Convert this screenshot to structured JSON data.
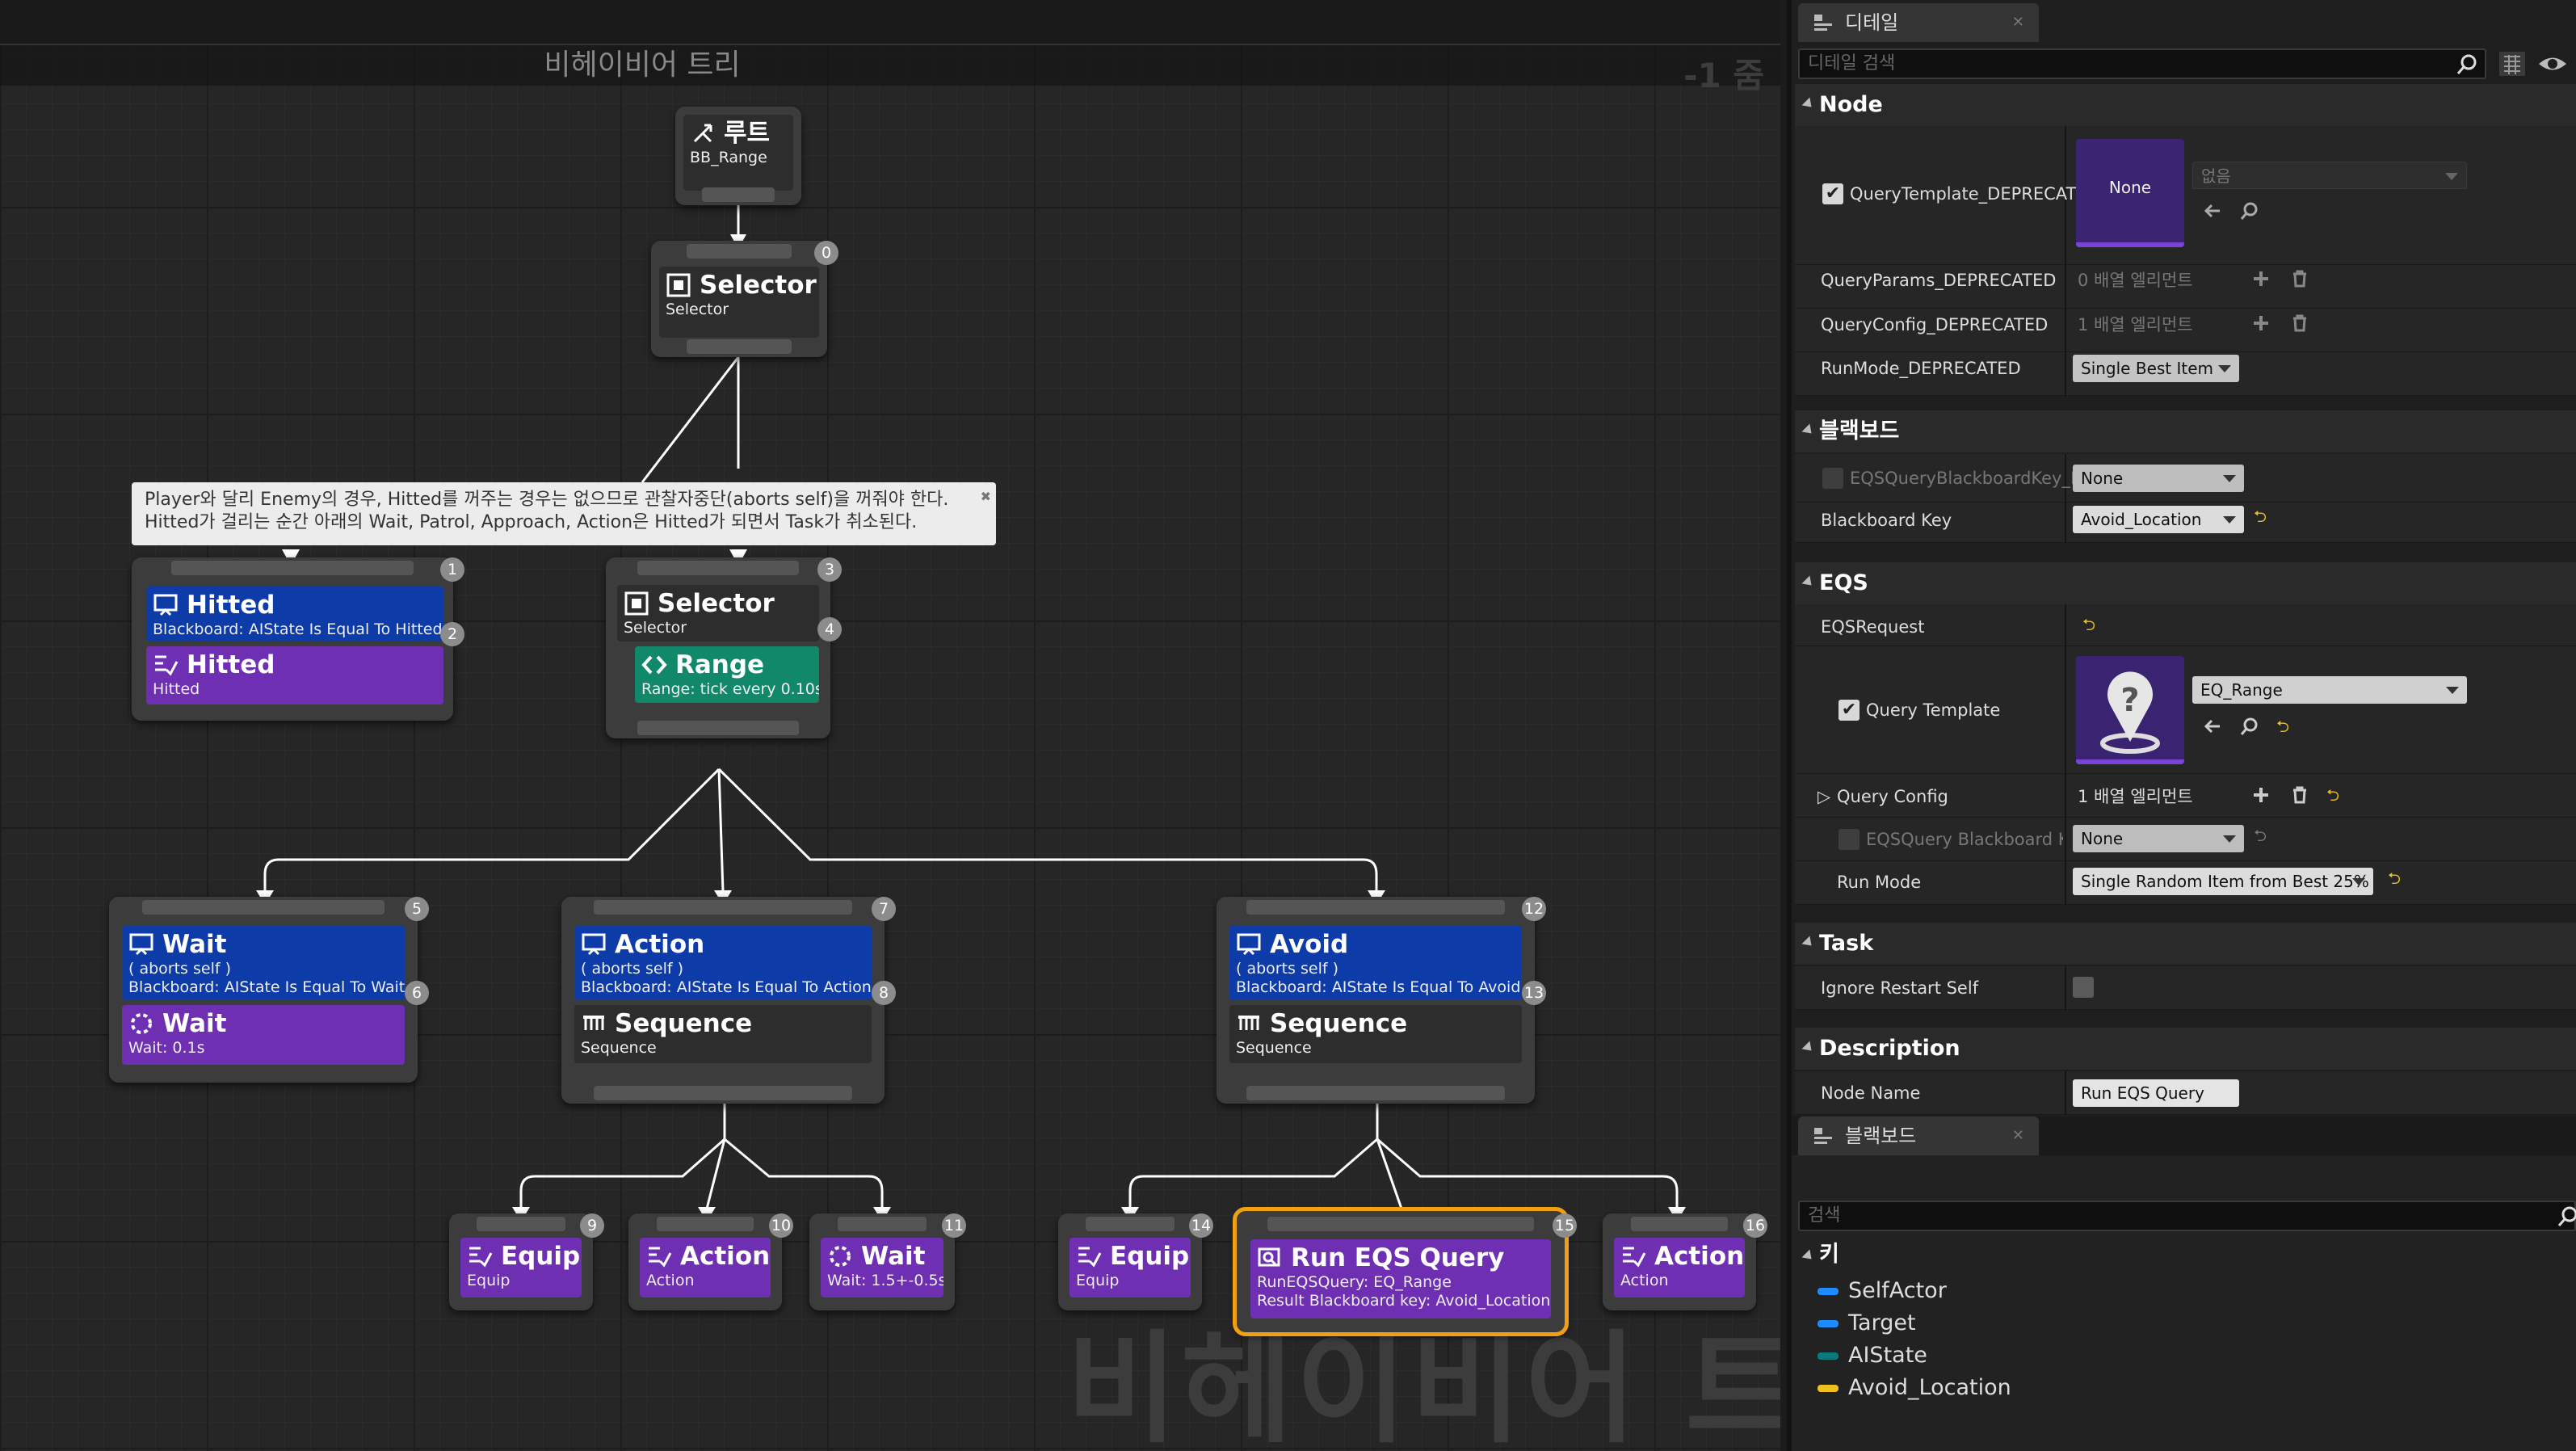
{
  "graph": {
    "title": "비헤이비어 트리",
    "zoom": "-1 줌",
    "watermark": "비헤이비어 트리",
    "comment": {
      "line1": "Player와 달리 Enemy의 경우, Hitted를 꺼주는 경우는 없으므로 관찰자중단(aborts self)을 꺼줘야 한다.",
      "line2": "Hitted가 걸리는 순간 아래의 Wait, Patrol, Approach, Action은 Hitted가 되면서 Task가 취소된다."
    },
    "root": {
      "title": "루트",
      "sub": "BB_Range"
    },
    "sel0": {
      "title": "Selector",
      "sub": "Selector",
      "badge": "0"
    },
    "hitted": {
      "title": "Hitted",
      "sub": "Blackboard: AIState Is Equal To Hitted",
      "badge": "1",
      "badge2": "2",
      "task_title": "Hitted",
      "task_sub": "Hitted"
    },
    "sel3": {
      "title": "Selector",
      "sub": "Selector",
      "badge": "3",
      "badge2": "4",
      "svc_title": "Range",
      "svc_sub": "Range: tick every 0.10s"
    },
    "wait5": {
      "title": "Wait",
      "aborts": "( aborts self )",
      "sub": "Blackboard: AIState Is Equal To Wait",
      "badge": "5",
      "badge2": "6",
      "task_title": "Wait",
      "task_sub": "Wait: 0.1s"
    },
    "action7": {
      "title": "Action",
      "aborts": "( aborts self )",
      "sub": "Blackboard: AIState Is Equal To Action",
      "badge": "7",
      "badge2": "8",
      "seq_title": "Sequence",
      "seq_sub": "Sequence"
    },
    "avoid12": {
      "title": "Avoid",
      "aborts": "( aborts self )",
      "sub": "Blackboard: AIState Is Equal To Avoid",
      "badge": "12",
      "badge2": "13",
      "seq_title": "Sequence",
      "seq_sub": "Sequence"
    },
    "equip9": {
      "title": "Equip",
      "sub": "Equip",
      "badge": "9"
    },
    "action10": {
      "title": "Action",
      "sub": "Action",
      "badge": "10"
    },
    "wait11": {
      "title": "Wait",
      "sub": "Wait: 1.5+-0.5s",
      "badge": "11"
    },
    "equip14": {
      "title": "Equip",
      "sub": "Equip",
      "badge": "14"
    },
    "eqs15": {
      "title": "Run EQS Query",
      "sub1": "RunEQSQuery: EQ_Range",
      "sub2": "Result Blackboard key: Avoid_Location",
      "badge": "15"
    },
    "action16": {
      "title": "Action",
      "sub": "Action",
      "badge": "16"
    }
  },
  "details": {
    "tab_label": "디테일",
    "search_placeholder": "디테일 검색",
    "cat_node": "Node",
    "query_template_dep": "QueryTemplate_DEPRECATE",
    "thumb_none": "None",
    "combo_none_ko": "없음",
    "query_params_dep": "QueryParams_DEPRECATED",
    "query_params_val": "0 배열 엘리먼트",
    "query_config_dep": "QueryConfig_DEPRECATED",
    "query_config_val": "1 배열 엘리먼트",
    "run_mode_dep": "RunMode_DEPRECATED",
    "run_mode_dep_val": "Single Best Item",
    "cat_blackboard": "블랙보드",
    "eqs_bb_key_d": "EQSQueryBlackboardKey_D",
    "eqs_bb_key_d_val": "None",
    "bb_key": "Blackboard Key",
    "bb_key_val": "Avoid_Location",
    "cat_eqs": "EQS",
    "eqs_request": "EQSRequest",
    "query_template": "Query Template",
    "query_template_val": "EQ_Range",
    "query_config": "Query Config",
    "eqs_bb_key": "EQSQuery Blackboard Key",
    "eqs_bb_key_val": "None",
    "run_mode": "Run Mode",
    "run_mode_val": "Single Random Item from Best 25%",
    "cat_task": "Task",
    "ignore_restart": "Ignore Restart Self",
    "cat_description": "Description",
    "node_name": "Node Name",
    "node_name_val": "Run EQS Query"
  },
  "blackboard": {
    "tab_label": "블랙보드",
    "search_placeholder": "검색",
    "keys_header": "키",
    "keys": [
      {
        "name": "SelfActor",
        "color": "#1e8cff"
      },
      {
        "name": "Target",
        "color": "#1e8cff"
      },
      {
        "name": "AIState",
        "color": "#0a7a7a"
      },
      {
        "name": "Avoid_Location",
        "color": "#f0c020"
      }
    ]
  }
}
